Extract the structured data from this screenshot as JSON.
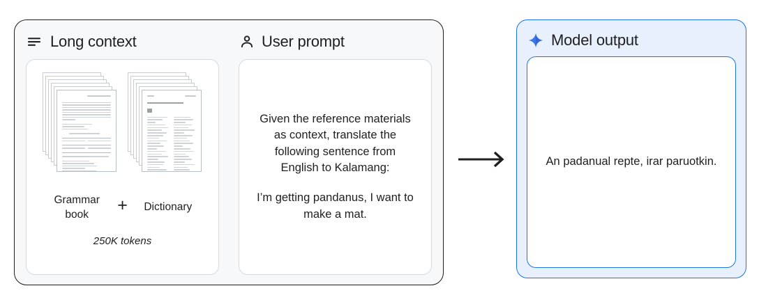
{
  "input_card": {
    "context_pane": {
      "icon": "short-text-icon",
      "title": "Long context",
      "grammar_label": "Grammar book",
      "plus": "+",
      "dictionary_label": "Dictionary",
      "tokens": "250K tokens",
      "sheet_count": 6
    },
    "prompt_pane": {
      "icon": "person-icon",
      "title": "User prompt",
      "instruction": "Given the reference materials as context, translate the following sentence from English to Kalamang:",
      "sentence": "I’m getting pandanus, I want to make a mat."
    }
  },
  "arrow": {
    "icon": "right-arrow-icon"
  },
  "output_card": {
    "icon": "sparkle-icon",
    "title": "Model output",
    "text": "An padanual repte, irar paruotkin."
  },
  "colors": {
    "accent_blue": "#1a73e8",
    "output_card_bg": "#e8f0fe",
    "input_card_bg": "#f7f8f9",
    "card_border_dark": "#1b1b1b",
    "text": "#1f1f1f"
  }
}
